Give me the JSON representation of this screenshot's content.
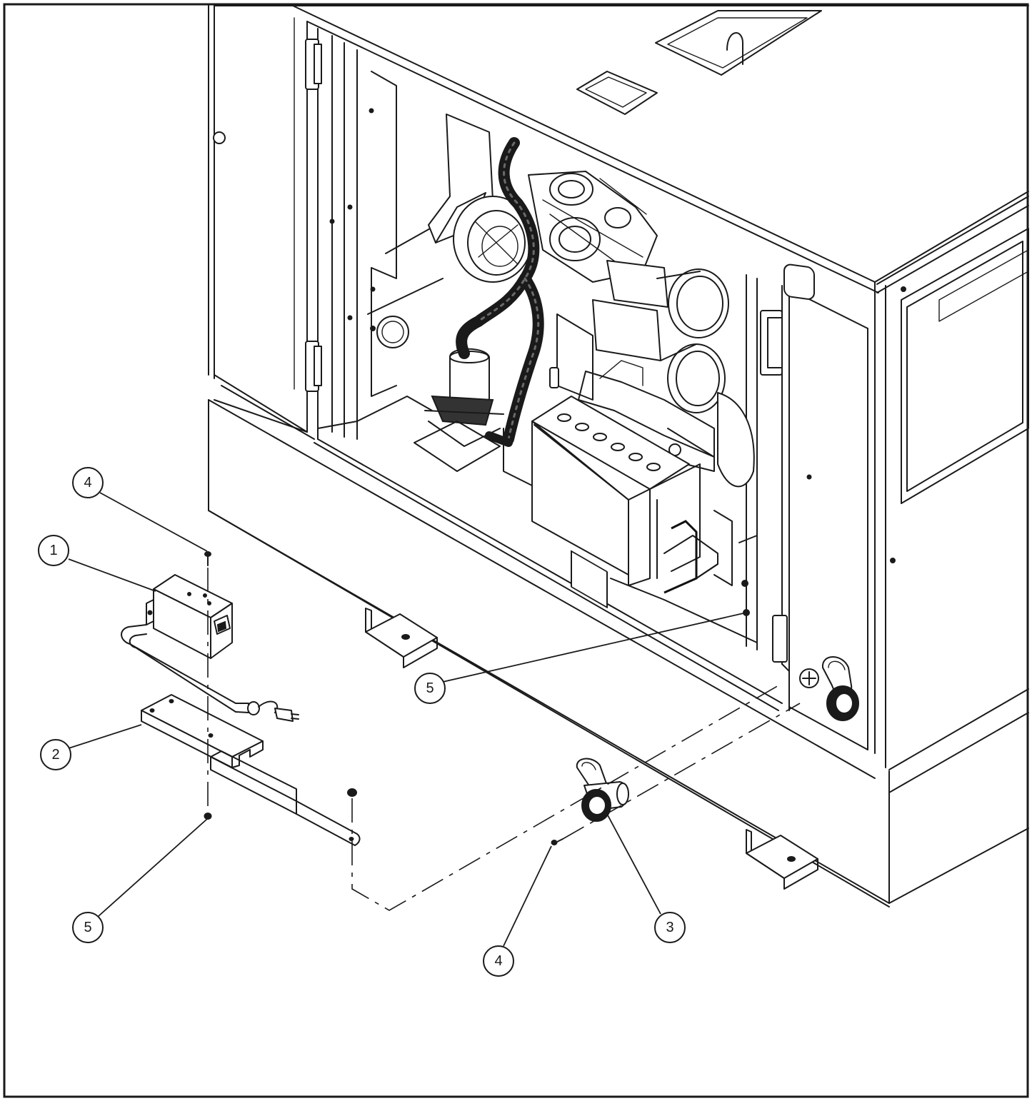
{
  "callouts": [
    {
      "id": "callout-1",
      "label": "1"
    },
    {
      "id": "callout-2",
      "label": "2"
    },
    {
      "id": "callout-3",
      "label": "3"
    },
    {
      "id": "callout-4-top",
      "label": "4"
    },
    {
      "id": "callout-4-bottom",
      "label": "4"
    },
    {
      "id": "callout-5-left",
      "label": "5"
    },
    {
      "id": "callout-5-center",
      "label": "5"
    }
  ]
}
